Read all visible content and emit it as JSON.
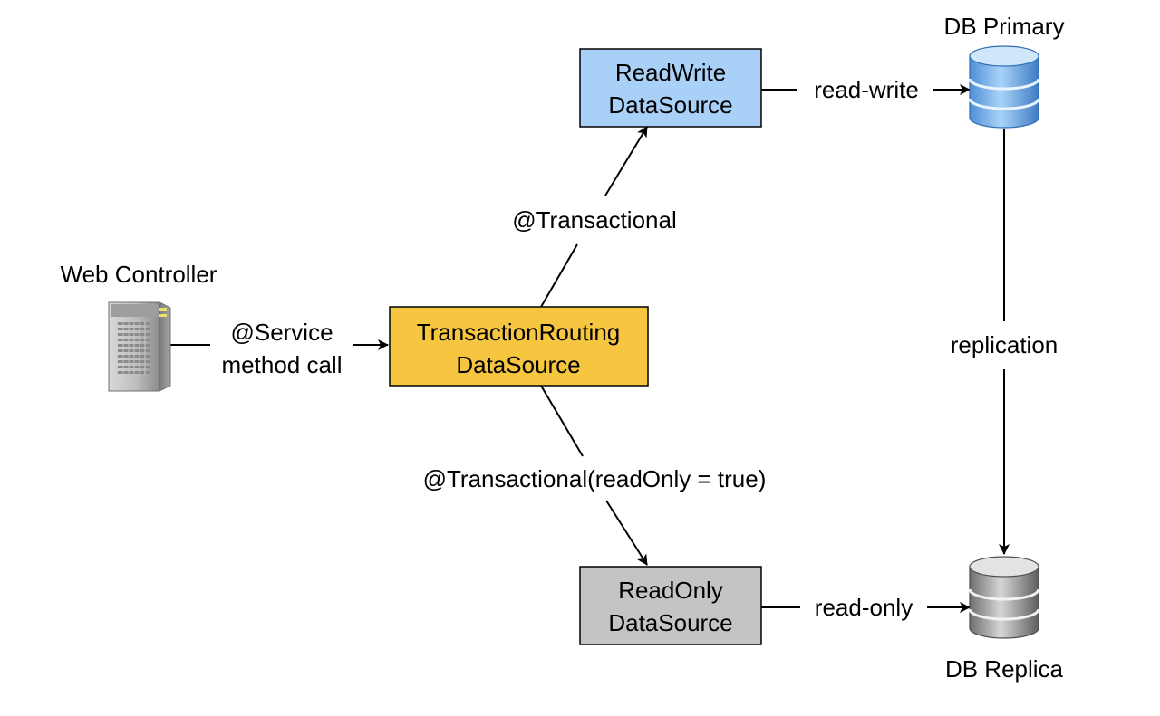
{
  "colors": {
    "readwrite_fill": "#a9d0f7",
    "routing_fill": "#f7c640",
    "readonly_fill": "#c4c4c4",
    "primary_db": "#7fb4e8",
    "replica_db": "#9a9a9a",
    "line": "#000000"
  },
  "nodes": {
    "web_controller": {
      "label": "Web Controller",
      "icon": "server-tower-icon"
    },
    "routing": {
      "line1": "TransactionRouting",
      "line2": "DataSource"
    },
    "readwrite": {
      "line1": "ReadWrite",
      "line2": "DataSource"
    },
    "readonly": {
      "line1": "ReadOnly",
      "line2": "DataSource"
    },
    "db_primary": {
      "label": "DB Primary",
      "icon": "database-icon"
    },
    "db_replica": {
      "label": "DB Replica",
      "icon": "database-icon"
    }
  },
  "edges": {
    "service_call": {
      "line1": "@Service",
      "line2": "method call"
    },
    "transactional": {
      "label": "@Transactional"
    },
    "transactional_readonly": {
      "label": "@Transactional(readOnly = true)"
    },
    "read_write": {
      "label": "read-write"
    },
    "read_only": {
      "label": "read-only"
    },
    "replication": {
      "label": "replication"
    }
  }
}
